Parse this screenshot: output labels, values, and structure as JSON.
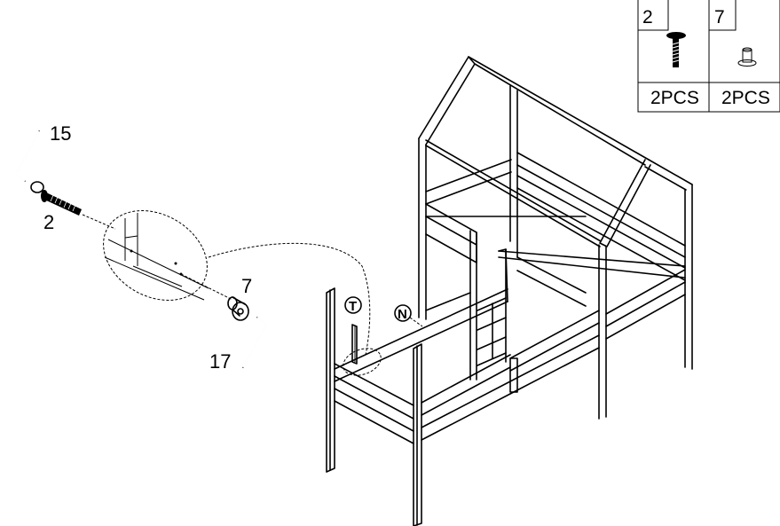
{
  "callouts": {
    "part_15": "15",
    "part_2": "2",
    "part_7": "7",
    "part_17": "17"
  },
  "markers": {
    "t": "T",
    "n": "N"
  },
  "parts_table": {
    "columns": [
      {
        "id": "2",
        "icon": "bolt-icon",
        "qty": "2PCS"
      },
      {
        "id": "7",
        "icon": "barrel-nut-icon",
        "qty": "2PCS"
      }
    ]
  }
}
